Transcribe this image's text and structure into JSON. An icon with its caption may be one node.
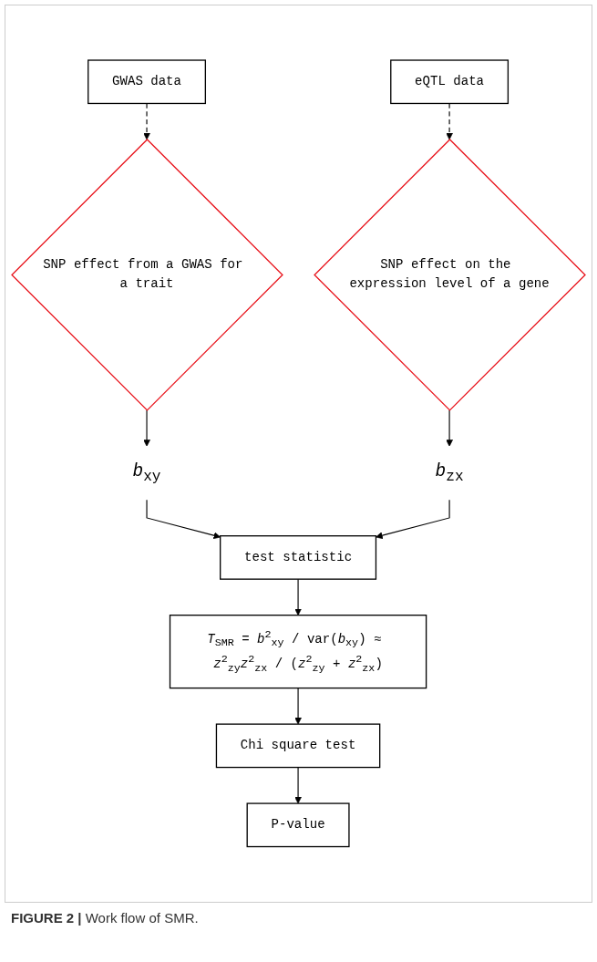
{
  "diagram": {
    "caption": "**FIGURE 2 |** Work flow of SMR.",
    "nodes": [
      {
        "text": [
          "GWAS data"
        ]
      },
      {
        "text": [
          "eQTL data"
        ]
      },
      {
        "text": [
          "SNP effect from a GWAS for a trait"
        ]
      },
      {
        "text": [
          "SNP effect on the expression level of a gene"
        ]
      },
      {
        "text": [
          "*b*$_{xy}$"
        ]
      },
      {
        "text": [
          "*b*$_{zx}$"
        ]
      },
      {
        "text": [
          "test statistic"
        ]
      },
      {
        "text": [
          "*T*$_{SMR}$ = *b*$^{2}$$_{xy}$ / var(*b*$_{xy}$) ≈ *z*$^{2}$$_{zy}$*z*$^{2}$$_{zx}$ / (*z*$^{2}$$_{zy}$ + *z*$^{2}$$_{zx}$)"
        ]
      },
      {
        "text": [
          "Chi square test"
        ]
      },
      {
        "text": [
          "P-value"
        ]
      }
    ],
    "edges": [
      {
        "from": 0,
        "to": 2,
        "arrow": "to",
        "style": "dashed"
      },
      {
        "from": 1,
        "to": 3,
        "arrow": "to",
        "style": "dashed"
      },
      {
        "from": 2,
        "to": 4,
        "arrow": "to"
      },
      {
        "from": 3,
        "to": 5,
        "arrow": "to"
      },
      {
        "from": 4,
        "to": 6,
        "arrow": "to"
      },
      {
        "from": 5,
        "to": 6,
        "arrow": "to"
      },
      {
        "from": 6,
        "to": 7,
        "arrow": "to"
      },
      {
        "from": 7,
        "to": 8,
        "arrow": "to"
      },
      {
        "from": 8,
        "to": 9,
        "arrow": "to"
      }
    ]
  }
}
